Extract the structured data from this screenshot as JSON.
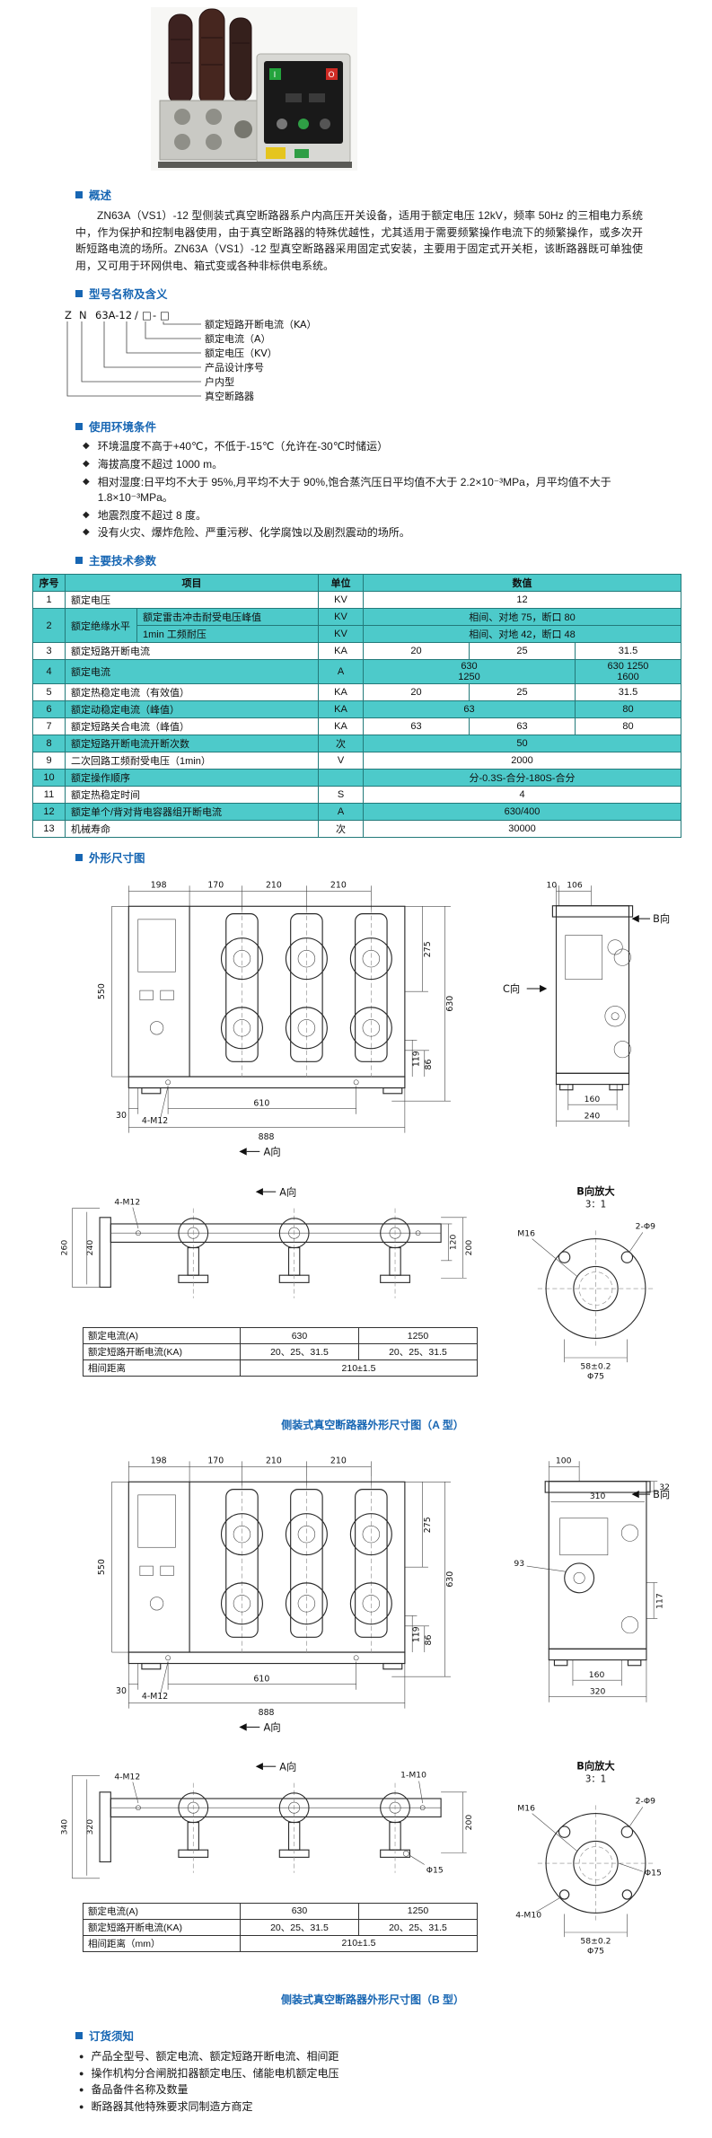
{
  "product": {
    "indicator_on": "I",
    "indicator_off": "O"
  },
  "overview": {
    "title": "概述",
    "body": "ZN63A（VS1）-12 型侧装式真空断路器系户内高压开关设备，适用于额定电压 12kV，频率 50Hz 的三相电力系统中，作为保护和控制电器使用，由于真空断路器的特殊优越性，尤其适用于需要频繁操作电流下的频繁操作，或多次开断短路电流的场所。ZN63A（VS1）-12 型真空断路器采用固定式安装，主要用于固定式开关柜，该断路器既可单独使用，又可用于环网供电、箱式变或各种非标供电系统。"
  },
  "model": {
    "title": "型号名称及含义",
    "code_parts": {
      "p1": "Z",
      "p2": "N",
      "p3": "63A-12",
      "p4": "/",
      "p5": "□",
      "p6": "-",
      "p7": "□"
    },
    "labels": [
      "额定短路开断电流（KA）",
      "额定电流（A）",
      "额定电压（KV）",
      "产品设计序号",
      "户内型",
      "真空断路器"
    ]
  },
  "environment": {
    "title": "使用环境条件",
    "diamond": "◆",
    "items": [
      "环境温度不高于+40℃，不低于-15℃（允许在-30℃时储运）",
      "海拔高度不超过 1000 m。",
      "相对湿度:日平均不大于 95%,月平均不大于 90%,饱合蒸汽压日平均值不大于 2.2×10⁻³MPa，月平均值不大于 1.8×10⁻³MPa。",
      "地震烈度不超过 8 度。",
      "没有火灾、爆炸危险、严重污秽、化学腐蚀以及剧烈震动的场所。"
    ]
  },
  "parameters": {
    "title": "主要技术参数",
    "header": {
      "no": "序号",
      "item": "项目",
      "unit": "单位",
      "value": "数值"
    },
    "r1": {
      "no": "1",
      "item": "额定电压",
      "unit": "KV",
      "value": "12"
    },
    "r2": {
      "no": "2",
      "item": "额定绝缘水平",
      "sub1": "额定雷击冲击耐受电压峰值",
      "unit1": "KV",
      "val1": "相间、对地 75，断口 80",
      "sub2": "1min 工频耐压",
      "unit2": "KV",
      "val2": "相间、对地 42，断口 48"
    },
    "r3": {
      "no": "3",
      "item": "额定短路开断电流",
      "unit": "KA",
      "v1": "20",
      "v2": "25",
      "v3": "31.5"
    },
    "r4": {
      "no": "4",
      "item": "额定电流",
      "unit": "A",
      "v12a": "630",
      "v12b": "1250",
      "v3a": "630 1250",
      "v3b": "1600"
    },
    "r5": {
      "no": "5",
      "item": "额定热稳定电流（有效值）",
      "unit": "KA",
      "v1": "20",
      "v2": "25",
      "v3": "31.5"
    },
    "r6": {
      "no": "6",
      "item": "额定动稳定电流（峰值）",
      "unit": "KA",
      "v12": "63",
      "v3": "80"
    },
    "r7": {
      "no": "7",
      "item": "额定短路关合电流（峰值）",
      "unit": "KA",
      "v1": "63",
      "v2": "63",
      "v3": "80"
    },
    "r8": {
      "no": "8",
      "item": "额定短路开断电流开断次数",
      "unit": "次",
      "value": "50"
    },
    "r9": {
      "no": "9",
      "item": "二次回路工频耐受电压（1min）",
      "unit": "V",
      "value": "2000"
    },
    "r10": {
      "no": "10",
      "item": "额定操作顺序",
      "unit": "",
      "value": "分-0.3S-合分-180S-合分"
    },
    "r11": {
      "no": "11",
      "item": "额定热稳定时间",
      "unit": "S",
      "value": "4"
    },
    "r12": {
      "no": "12",
      "item": "额定单个/背对背电容器组开断电流",
      "unit": "A",
      "value": "630/400"
    },
    "r13": {
      "no": "13",
      "item": "机械寿命",
      "unit": "次",
      "value": "30000"
    }
  },
  "outline": {
    "title": "外形尺寸图",
    "a": {
      "front": {
        "d198": "198",
        "d170": "170",
        "d210a": "210",
        "d210b": "210",
        "d550": "550",
        "d275": "275",
        "d630": "630",
        "d30": "30",
        "m12": "4-M12",
        "d610": "610",
        "d888": "888",
        "d119": "119",
        "d86": "86",
        "view": "A向"
      },
      "side": {
        "d10": "10",
        "d106": "106",
        "bdir": "B向",
        "cdir": "C向",
        "d160": "160",
        "d240": "240"
      },
      "assembly": {
        "view": "A向",
        "m12": "4-M12",
        "d260": "260",
        "d240": "240",
        "d120": "120",
        "d200": "200"
      },
      "detail": {
        "title": "B向放大",
        "scale": "3：1",
        "m16": "M16",
        "holes": "2-Φ9",
        "d58": "58±0.2",
        "d75": "Φ75"
      },
      "table": {
        "r1l": "额定电流(A)",
        "r1v1": "630",
        "r1v2": "1250",
        "r2l": "额定短路开断电流(KA)",
        "r2v1": "20、25、31.5",
        "r2v2": "20、25、31.5",
        "r3l": "相间距离",
        "r3v": "210±1.5"
      },
      "caption": "侧装式真空断路器外形尺寸图（A 型）"
    },
    "b": {
      "front": {
        "d198": "198",
        "d170": "170",
        "d210a": "210",
        "d210b": "210",
        "d550": "550",
        "d275": "275",
        "d630": "630",
        "d30": "30",
        "m12": "4-M12",
        "d610": "610",
        "d888": "888",
        "d119": "119",
        "d86": "86",
        "view": "A向"
      },
      "side": {
        "d100": "100",
        "bdir": "B向",
        "d310": "310",
        "d32": "32",
        "d93": "93",
        "d117": "117",
        "d160": "160",
        "d320": "320"
      },
      "assembly": {
        "view": "A向",
        "m12": "4-M12",
        "d340": "340",
        "d320": "320",
        "m10": "1-M10",
        "d15": "Φ15",
        "d200": "200"
      },
      "detail": {
        "title": "B向放大",
        "scale": "3：1",
        "m16": "M16",
        "holes": "2-Φ9",
        "m10": "4-M10",
        "d15": "Φ15",
        "d58": "58±0.2",
        "d75": "Φ75"
      },
      "table": {
        "r1l": "额定电流(A)",
        "r1v1": "630",
        "r1v2": "1250",
        "r2l": "额定短路开断电流(KA)",
        "r2v1": "20、25、31.5",
        "r2v2": "20、25、31.5",
        "r3l": "相间距离（mm）",
        "r3v": "210±1.5"
      },
      "caption": "侧装式真空断路器外形尺寸图（B 型）"
    }
  },
  "ordering": {
    "title": "订货须知",
    "bullet": "●",
    "items": [
      "产品全型号、额定电流、额定短路开断电流、相间距",
      "操作机构分合闸脱扣器额定电压、储能电机额定电压",
      "备品备件名称及数量",
      "断路器其他特殊要求同制造方商定"
    ]
  }
}
